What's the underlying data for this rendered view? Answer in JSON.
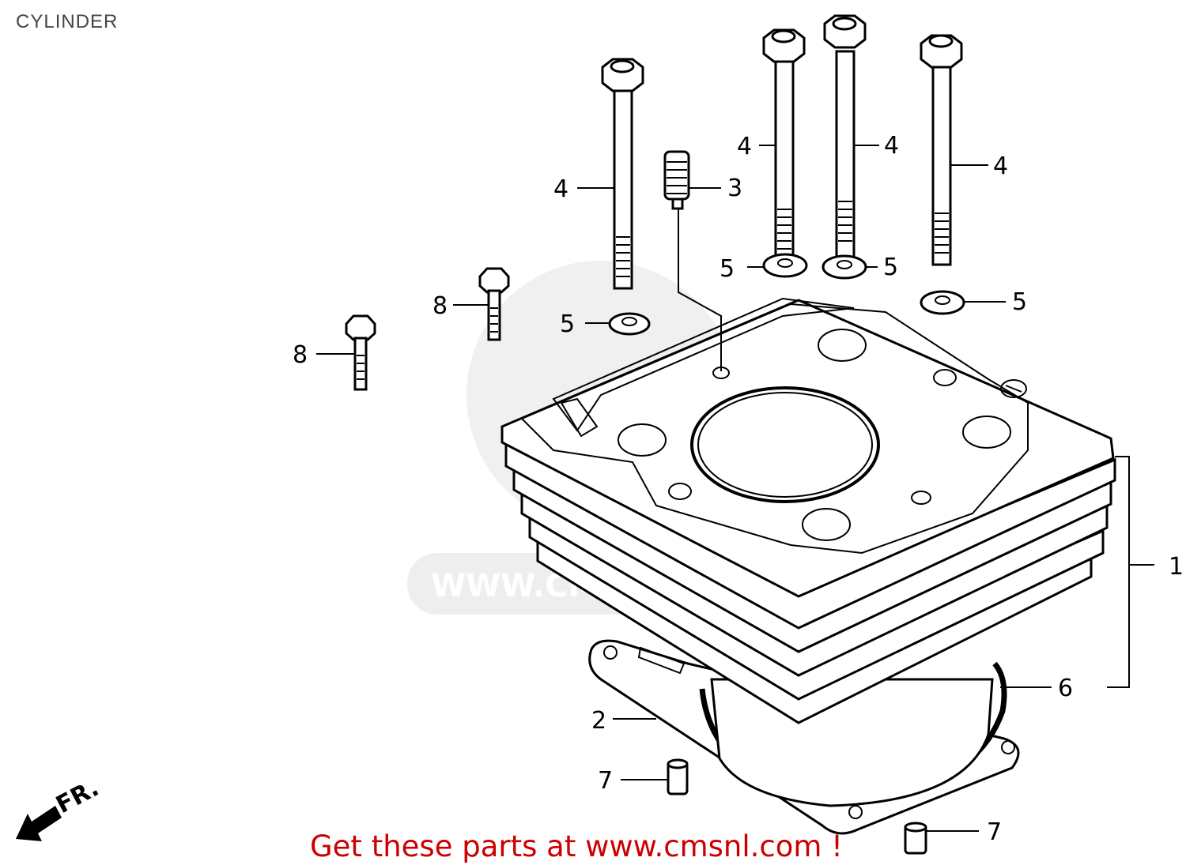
{
  "title": "CYLINDER",
  "callouts": [
    {
      "id": "1",
      "text": "1"
    },
    {
      "id": "2",
      "text": "2"
    },
    {
      "id": "3",
      "text": "3"
    },
    {
      "id": "4a",
      "text": "4"
    },
    {
      "id": "4b",
      "text": "4"
    },
    {
      "id": "4c",
      "text": "4"
    },
    {
      "id": "4d",
      "text": "4"
    },
    {
      "id": "5a",
      "text": "5"
    },
    {
      "id": "5b",
      "text": "5"
    },
    {
      "id": "5c",
      "text": "5"
    },
    {
      "id": "5d",
      "text": "5"
    },
    {
      "id": "6",
      "text": "6"
    },
    {
      "id": "7a",
      "text": "7"
    },
    {
      "id": "7b",
      "text": "7"
    },
    {
      "id": "8a",
      "text": "8"
    },
    {
      "id": "8b",
      "text": "8"
    }
  ],
  "direction_marker": "FR.",
  "watermark": "WWW.CMSNL.COM",
  "footer": "Get these parts at www.cmsnl.com !"
}
